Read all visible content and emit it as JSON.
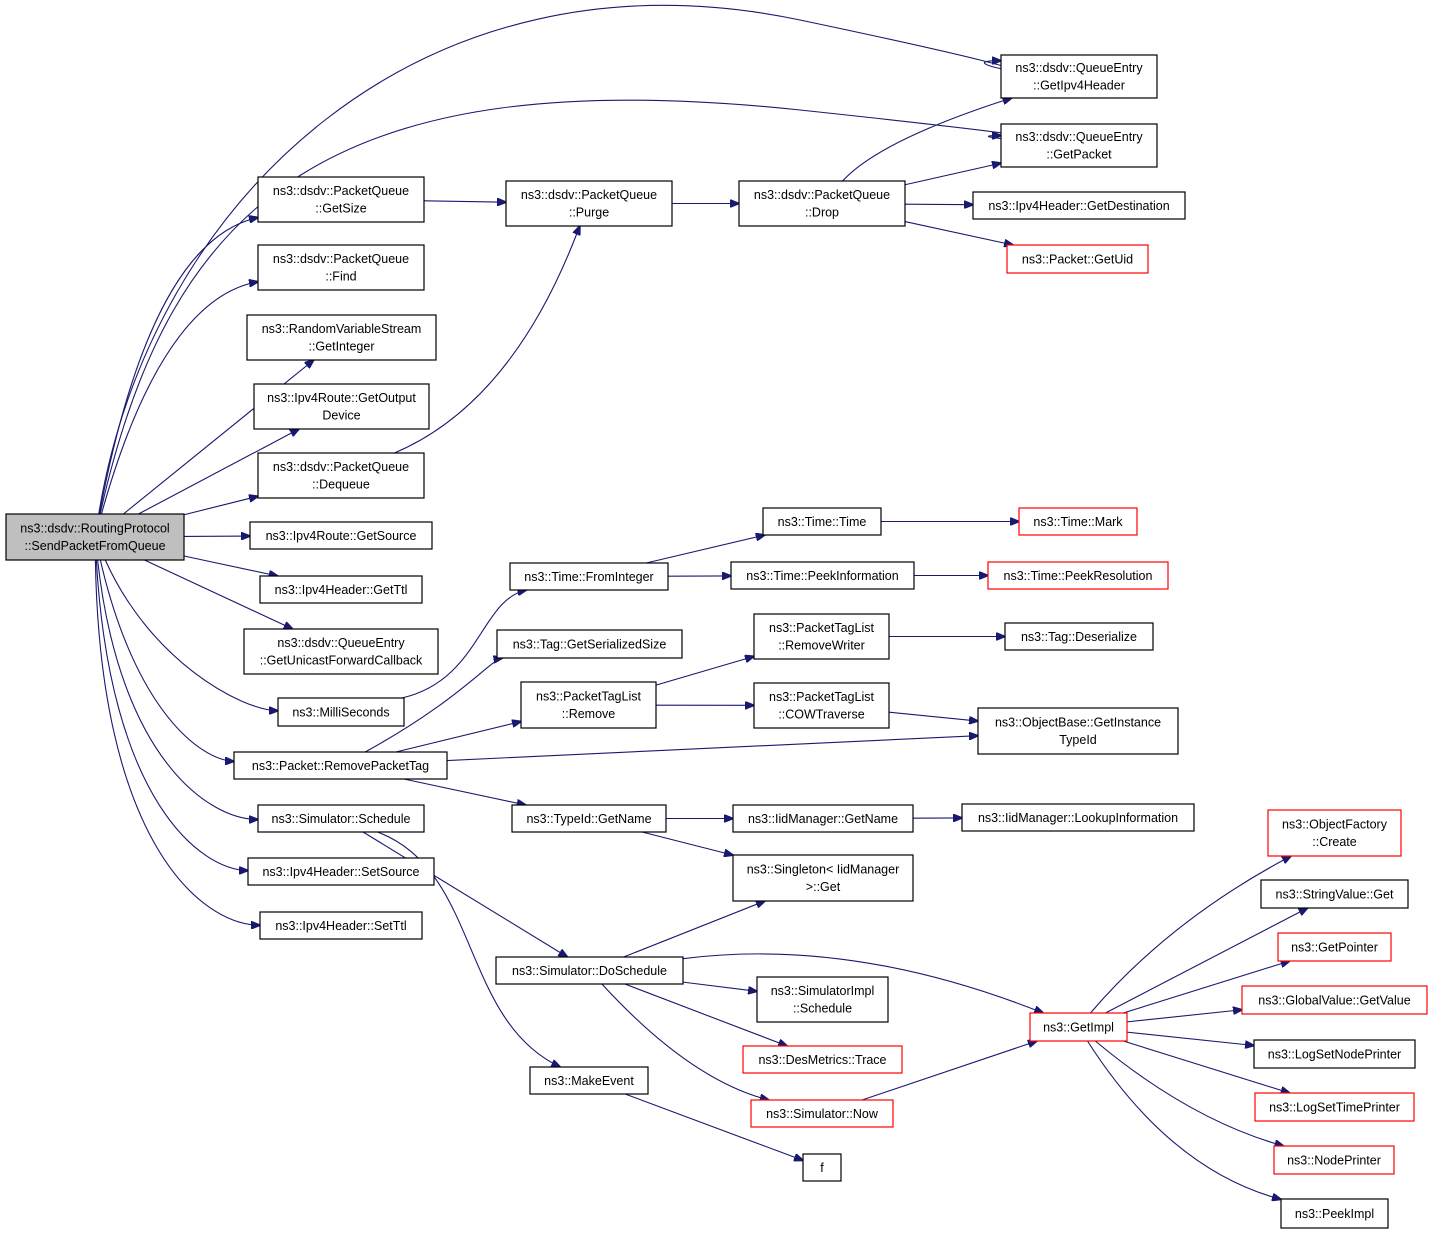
{
  "diagram": {
    "root": "SendPacketFromQueue",
    "nodes": [
      {
        "id": "SendPacketFromQueue",
        "lines": [
          "ns3::dsdv::RoutingProtocol",
          "::SendPacketFromQueue"
        ],
        "style": "root"
      },
      {
        "id": "GetIpv4Header",
        "lines": [
          "ns3::dsdv::QueueEntry",
          "::GetIpv4Header"
        ],
        "style": "black"
      },
      {
        "id": "GetPacket",
        "lines": [
          "ns3::dsdv::QueueEntry",
          "::GetPacket"
        ],
        "style": "black"
      },
      {
        "id": "GetSize",
        "lines": [
          "ns3::dsdv::PacketQueue",
          "::GetSize"
        ],
        "style": "black"
      },
      {
        "id": "Purge",
        "lines": [
          "ns3::dsdv::PacketQueue",
          "::Purge"
        ],
        "style": "black"
      },
      {
        "id": "Drop",
        "lines": [
          "ns3::dsdv::PacketQueue",
          "::Drop"
        ],
        "style": "black"
      },
      {
        "id": "GetDestination",
        "lines": [
          "ns3::Ipv4Header::GetDestination"
        ],
        "style": "black"
      },
      {
        "id": "GetUid",
        "lines": [
          "ns3::Packet::GetUid"
        ],
        "style": "red"
      },
      {
        "id": "Find",
        "lines": [
          "ns3::dsdv::PacketQueue",
          "::Find"
        ],
        "style": "black"
      },
      {
        "id": "GetInteger",
        "lines": [
          "ns3::RandomVariableStream",
          "::GetInteger"
        ],
        "style": "black"
      },
      {
        "id": "GetOutputDevice",
        "lines": [
          "ns3::Ipv4Route::GetOutput",
          "Device"
        ],
        "style": "black"
      },
      {
        "id": "Dequeue",
        "lines": [
          "ns3::dsdv::PacketQueue",
          "::Dequeue"
        ],
        "style": "black"
      },
      {
        "id": "GetSource",
        "lines": [
          "ns3::Ipv4Route::GetSource"
        ],
        "style": "black"
      },
      {
        "id": "GetTtl",
        "lines": [
          "ns3::Ipv4Header::GetTtl"
        ],
        "style": "black"
      },
      {
        "id": "GetUnicastForwardCallback",
        "lines": [
          "ns3::dsdv::QueueEntry",
          "::GetUnicastForwardCallback"
        ],
        "style": "black"
      },
      {
        "id": "MilliSeconds",
        "lines": [
          "ns3::MilliSeconds"
        ],
        "style": "black"
      },
      {
        "id": "RemovePacketTag",
        "lines": [
          "ns3::Packet::RemovePacketTag"
        ],
        "style": "black"
      },
      {
        "id": "Schedule",
        "lines": [
          "ns3::Simulator::Schedule"
        ],
        "style": "black"
      },
      {
        "id": "SetSource",
        "lines": [
          "ns3::Ipv4Header::SetSource"
        ],
        "style": "black"
      },
      {
        "id": "SetTtl",
        "lines": [
          "ns3::Ipv4Header::SetTtl"
        ],
        "style": "black"
      },
      {
        "id": "FromInteger",
        "lines": [
          "ns3::Time::FromInteger"
        ],
        "style": "black"
      },
      {
        "id": "TimeTime",
        "lines": [
          "ns3::Time::Time"
        ],
        "style": "black"
      },
      {
        "id": "TimeMark",
        "lines": [
          "ns3::Time::Mark"
        ],
        "style": "red"
      },
      {
        "id": "PeekInformation",
        "lines": [
          "ns3::Time::PeekInformation"
        ],
        "style": "black"
      },
      {
        "id": "PeekResolution",
        "lines": [
          "ns3::Time::PeekResolution"
        ],
        "style": "red"
      },
      {
        "id": "GetSerializedSize",
        "lines": [
          "ns3::Tag::GetSerializedSize"
        ],
        "style": "black"
      },
      {
        "id": "RemoveWriter",
        "lines": [
          "ns3::PacketTagList",
          "::RemoveWriter"
        ],
        "style": "black"
      },
      {
        "id": "Deserialize",
        "lines": [
          "ns3::Tag::Deserialize"
        ],
        "style": "black"
      },
      {
        "id": "PTLRemove",
        "lines": [
          "ns3::PacketTagList",
          "::Remove"
        ],
        "style": "black"
      },
      {
        "id": "COWTraverse",
        "lines": [
          "ns3::PacketTagList",
          "::COWTraverse"
        ],
        "style": "black"
      },
      {
        "id": "GetInstanceTypeId",
        "lines": [
          "ns3::ObjectBase::GetInstance",
          "TypeId"
        ],
        "style": "black"
      },
      {
        "id": "TypeIdGetName",
        "lines": [
          "ns3::TypeId::GetName"
        ],
        "style": "black"
      },
      {
        "id": "IidGetName",
        "lines": [
          "ns3::IidManager::GetName"
        ],
        "style": "black"
      },
      {
        "id": "LookupInformation",
        "lines": [
          "ns3::IidManager::LookupInformation"
        ],
        "style": "black"
      },
      {
        "id": "SingletonGet",
        "lines": [
          "ns3::Singleton< IidManager",
          " >::Get"
        ],
        "style": "black"
      },
      {
        "id": "DoSchedule",
        "lines": [
          "ns3::Simulator::DoSchedule"
        ],
        "style": "black"
      },
      {
        "id": "SimImplSchedule",
        "lines": [
          "ns3::SimulatorImpl",
          "::Schedule"
        ],
        "style": "black"
      },
      {
        "id": "DesMetricsTrace",
        "lines": [
          "ns3::DesMetrics::Trace"
        ],
        "style": "red"
      },
      {
        "id": "SimulatorNow",
        "lines": [
          "ns3::Simulator::Now"
        ],
        "style": "red"
      },
      {
        "id": "MakeEvent",
        "lines": [
          "ns3::MakeEvent"
        ],
        "style": "black"
      },
      {
        "id": "f",
        "lines": [
          "f"
        ],
        "style": "black"
      },
      {
        "id": "GetImpl",
        "lines": [
          "ns3::GetImpl"
        ],
        "style": "red"
      },
      {
        "id": "ObjectFactoryCreate",
        "lines": [
          "ns3::ObjectFactory",
          "::Create"
        ],
        "style": "red"
      },
      {
        "id": "StringValueGet",
        "lines": [
          "ns3::StringValue::Get"
        ],
        "style": "black"
      },
      {
        "id": "GetPointer",
        "lines": [
          "ns3::GetPointer"
        ],
        "style": "red"
      },
      {
        "id": "GlobalValueGetValue",
        "lines": [
          "ns3::GlobalValue::GetValue"
        ],
        "style": "red"
      },
      {
        "id": "LogSetNodePrinter",
        "lines": [
          "ns3::LogSetNodePrinter"
        ],
        "style": "black"
      },
      {
        "id": "LogSetTimePrinter",
        "lines": [
          "ns3::LogSetTimePrinter"
        ],
        "style": "red"
      },
      {
        "id": "NodePrinter",
        "lines": [
          "ns3::NodePrinter"
        ],
        "style": "red"
      },
      {
        "id": "PeekImpl",
        "lines": [
          "ns3::PeekImpl"
        ],
        "style": "black"
      }
    ],
    "edges": [
      [
        "SendPacketFromQueue",
        "GetIpv4Header"
      ],
      [
        "SendPacketFromQueue",
        "GetPacket"
      ],
      [
        "SendPacketFromQueue",
        "GetSize"
      ],
      [
        "SendPacketFromQueue",
        "Find"
      ],
      [
        "SendPacketFromQueue",
        "GetInteger"
      ],
      [
        "SendPacketFromQueue",
        "GetOutputDevice"
      ],
      [
        "SendPacketFromQueue",
        "Dequeue"
      ],
      [
        "SendPacketFromQueue",
        "GetSource"
      ],
      [
        "SendPacketFromQueue",
        "GetTtl"
      ],
      [
        "SendPacketFromQueue",
        "GetUnicastForwardCallback"
      ],
      [
        "SendPacketFromQueue",
        "MilliSeconds"
      ],
      [
        "SendPacketFromQueue",
        "RemovePacketTag"
      ],
      [
        "SendPacketFromQueue",
        "Schedule"
      ],
      [
        "SendPacketFromQueue",
        "SetSource"
      ],
      [
        "SendPacketFromQueue",
        "SetTtl"
      ],
      [
        "GetSize",
        "Purge"
      ],
      [
        "Purge",
        "Drop"
      ],
      [
        "Dequeue",
        "Purge"
      ],
      [
        "Drop",
        "GetIpv4Header"
      ],
      [
        "Drop",
        "GetPacket"
      ],
      [
        "Drop",
        "GetDestination"
      ],
      [
        "Drop",
        "GetUid"
      ],
      [
        "MilliSeconds",
        "FromInteger"
      ],
      [
        "FromInteger",
        "TimeTime"
      ],
      [
        "FromInteger",
        "PeekInformation"
      ],
      [
        "TimeTime",
        "TimeMark"
      ],
      [
        "PeekInformation",
        "PeekResolution"
      ],
      [
        "RemovePacketTag",
        "GetSerializedSize"
      ],
      [
        "RemovePacketTag",
        "PTLRemove"
      ],
      [
        "RemovePacketTag",
        "GetInstanceTypeId"
      ],
      [
        "RemovePacketTag",
        "TypeIdGetName"
      ],
      [
        "PTLRemove",
        "RemoveWriter"
      ],
      [
        "PTLRemove",
        "COWTraverse"
      ],
      [
        "RemoveWriter",
        "Deserialize"
      ],
      [
        "COWTraverse",
        "GetInstanceTypeId"
      ],
      [
        "TypeIdGetName",
        "IidGetName"
      ],
      [
        "TypeIdGetName",
        "SingletonGet"
      ],
      [
        "IidGetName",
        "LookupInformation"
      ],
      [
        "Schedule",
        "DoSchedule"
      ],
      [
        "Schedule",
        "MakeEvent"
      ],
      [
        "DoSchedule",
        "SingletonGet"
      ],
      [
        "DoSchedule",
        "GetImpl"
      ],
      [
        "DoSchedule",
        "SimImplSchedule"
      ],
      [
        "DoSchedule",
        "DesMetricsTrace"
      ],
      [
        "DoSchedule",
        "SimulatorNow"
      ],
      [
        "SimulatorNow",
        "GetImpl"
      ],
      [
        "MakeEvent",
        "f"
      ],
      [
        "GetImpl",
        "ObjectFactoryCreate"
      ],
      [
        "GetImpl",
        "StringValueGet"
      ],
      [
        "GetImpl",
        "GetPointer"
      ],
      [
        "GetImpl",
        "GlobalValueGetValue"
      ],
      [
        "GetImpl",
        "LogSetNodePrinter"
      ],
      [
        "GetImpl",
        "LogSetTimePrinter"
      ],
      [
        "GetImpl",
        "NodePrinter"
      ],
      [
        "GetImpl",
        "PeekImpl"
      ]
    ],
    "colors": {
      "edge": "#191970",
      "node_border": "#000000",
      "incomplete_node_border": "#ff0000",
      "root_fill": "#bfbfbf",
      "node_fill": "#ffffff"
    }
  }
}
